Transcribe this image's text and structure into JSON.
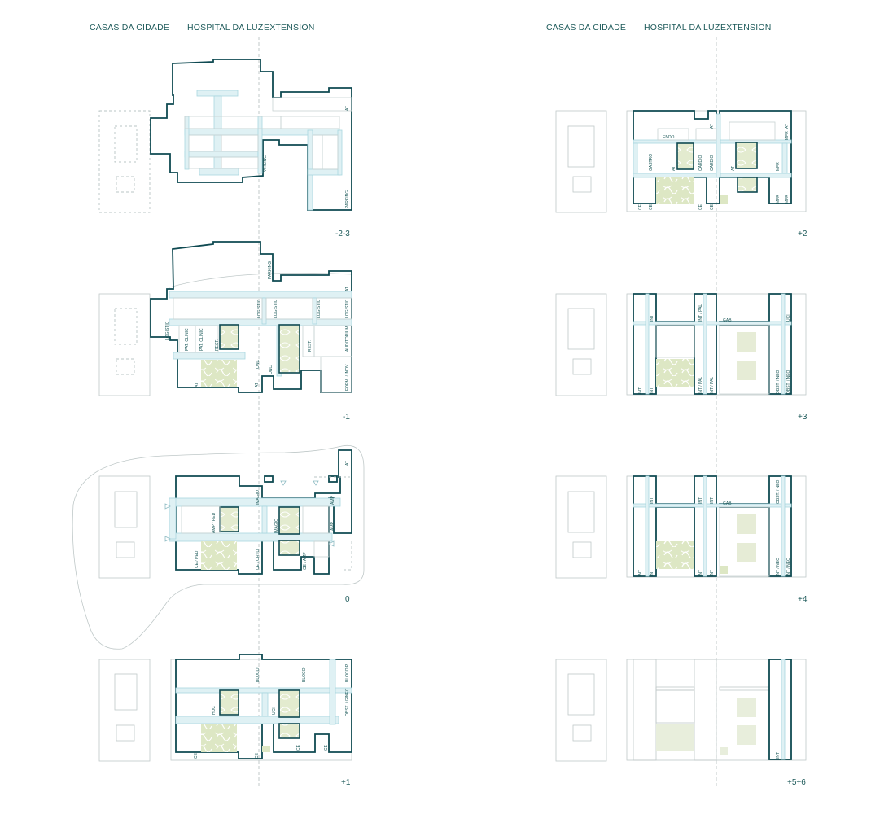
{
  "headers": {
    "left": {
      "casas": "CASAS DA CIDADE",
      "hospital": "HOSPITAL DA LUZ",
      "extension": "EXTENSION"
    },
    "right": {
      "casas": "CASAS DA CIDADE",
      "hospital": "HOSPITAL DA LUZ",
      "extension": "EXTENSION"
    }
  },
  "levels": {
    "l_m23": "-2-3",
    "l_m1": "-1",
    "l_0": "0",
    "l_p1": "+1",
    "l_p2": "+2",
    "l_p3": "+3",
    "l_p4": "+4",
    "l_p56": "+5+6"
  },
  "room_labels": {
    "m23": [
      "AT",
      "PARKING",
      "PARKING"
    ],
    "m1": [
      "PARKING",
      "AT",
      "LOGISTIC",
      "LOGISTIC",
      "LOGISTIC",
      "LOGISTIC",
      "LOGISTIC",
      "PAT. CLINIC",
      "PAT. CLINIC",
      "REST.",
      "REST.",
      "AUDITORIUM",
      "ONC",
      "ONC",
      "AT",
      "AT",
      "FORM. / INOV."
    ],
    "g0": [
      "AT",
      "IMAGIO",
      "AMP",
      "AMP",
      "AMP / PED",
      "IMAGIO",
      "CE / PED",
      "CE / ORTO",
      "CE / AMP"
    ],
    "p1": [
      "BLOCO",
      "BLOCO",
      "BLOCO P",
      "HDC",
      "UCI",
      "OBST. / GINEC.",
      "CE",
      "CE",
      "CE",
      "CE"
    ],
    "p2": [
      "AT",
      "AT",
      "MFR",
      "ENDO",
      "GASTRO",
      "AT",
      "CARDIO",
      "CARDIO",
      "AT",
      "MFR",
      "CE",
      "CE",
      "CE",
      "CE",
      "MFR",
      "MFR"
    ],
    "p3": [
      "INT",
      "INT / PAL",
      "UCI",
      "GAB",
      "INT",
      "INT",
      "INT / PAL",
      "INT / PAL",
      "OBST. / NEO",
      "OBST. / NEO"
    ],
    "p4": [
      "INT",
      "INT",
      "INT",
      "GAB",
      "OBST. / NEO",
      "INT",
      "INT",
      "INT",
      "INT",
      "INT / NEO",
      "INT / NEO"
    ],
    "p56": [
      "INT"
    ]
  }
}
